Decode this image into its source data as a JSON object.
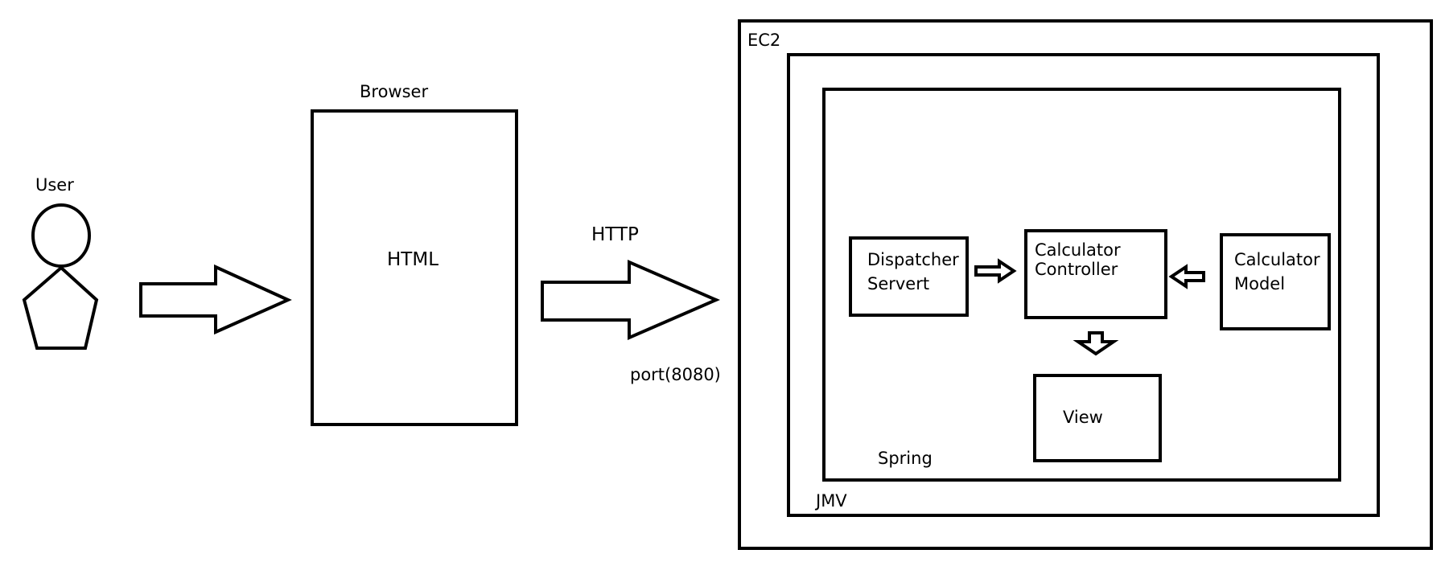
{
  "actor": {
    "label": "User"
  },
  "browser": {
    "title": "Browser",
    "content": "HTML"
  },
  "connection": {
    "protocol": "HTTP",
    "port": "port(8080)"
  },
  "containers": {
    "ec2": "EC2",
    "jmv": "JMV",
    "spring": "Spring"
  },
  "components": {
    "dispatcher": {
      "line1": "Dispatcher",
      "line2": "Servert"
    },
    "controller": {
      "line1": "Calculator",
      "line2": "Controller"
    },
    "model": {
      "line1": "Calculator",
      "line2": "Model"
    },
    "view": {
      "label": "View"
    }
  },
  "colors": {
    "stroke": "#000000",
    "background": "#ffffff"
  }
}
